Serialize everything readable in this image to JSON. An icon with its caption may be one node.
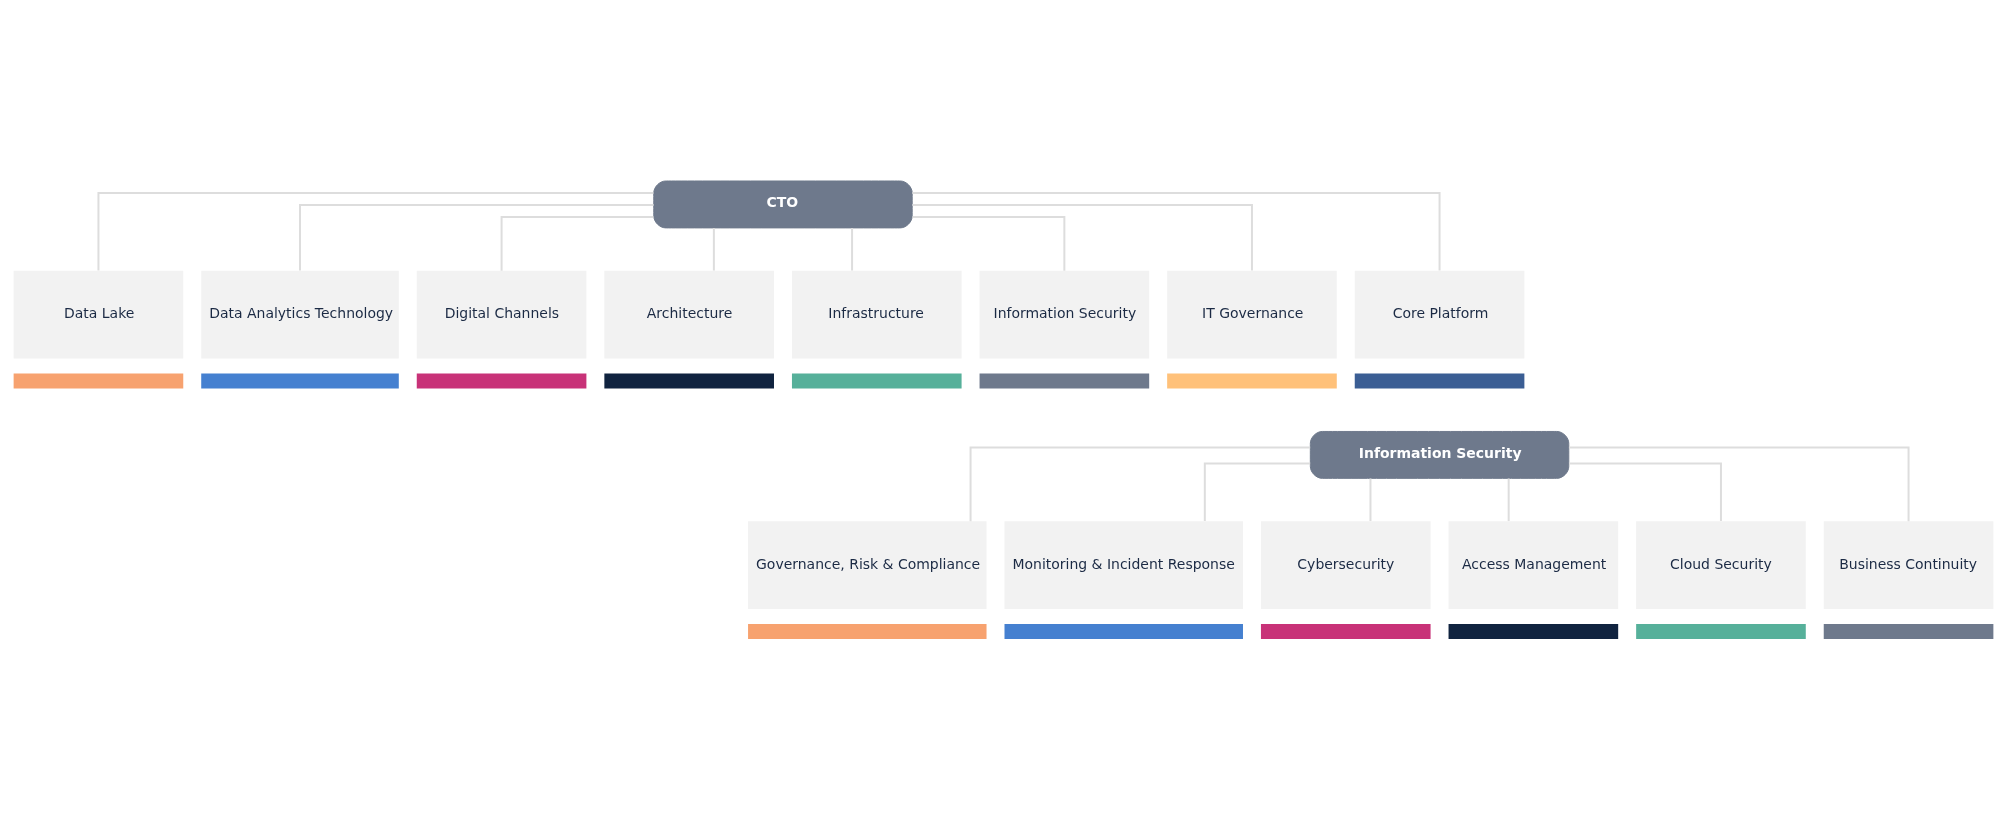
{
  "diagram": {
    "nodes": [
      {
        "text": [
          "CTO"
        ]
      },
      {
        "text": [
          "Data Lake"
        ]
      },
      {
        "text": [
          "Data Analytics Technology"
        ]
      },
      {
        "text": [
          "Digital Channels"
        ]
      },
      {
        "text": [
          "Architecture"
        ]
      },
      {
        "text": [
          "Infrastructure"
        ]
      },
      {
        "text": [
          "Information Security"
        ]
      },
      {
        "text": [
          "IT Governance"
        ]
      },
      {
        "text": [
          "Core Platform"
        ]
      },
      {
        "text": [
          "Information Security"
        ]
      },
      {
        "text": [
          "Governance, Risk & Compliance"
        ]
      },
      {
        "text": [
          "Monitoring & Incident Response"
        ]
      },
      {
        "text": [
          "Cybersecurity"
        ]
      },
      {
        "text": [
          "Access Management"
        ]
      },
      {
        "text": [
          "Cloud Security"
        ]
      },
      {
        "text": [
          "Business Continuity"
        ]
      }
    ],
    "edges": [
      {
        "from": 0,
        "to": 1,
        "arrow": "none"
      },
      {
        "from": 0,
        "to": 2,
        "arrow": "none"
      },
      {
        "from": 0,
        "to": 3,
        "arrow": "none"
      },
      {
        "from": 0,
        "to": 4,
        "arrow": "none"
      },
      {
        "from": 0,
        "to": 5,
        "arrow": "none"
      },
      {
        "from": 0,
        "to": 6,
        "arrow": "none"
      },
      {
        "from": 0,
        "to": 7,
        "arrow": "none"
      },
      {
        "from": 0,
        "to": 8,
        "arrow": "none"
      },
      {
        "from": 9,
        "to": 10,
        "arrow": "none"
      },
      {
        "from": 9,
        "to": 11,
        "arrow": "none"
      },
      {
        "from": 9,
        "to": 12,
        "arrow": "none"
      },
      {
        "from": 9,
        "to": 13,
        "arrow": "none"
      },
      {
        "from": 9,
        "to": 14,
        "arrow": "none"
      },
      {
        "from": 9,
        "to": 15,
        "arrow": "none"
      }
    ]
  }
}
